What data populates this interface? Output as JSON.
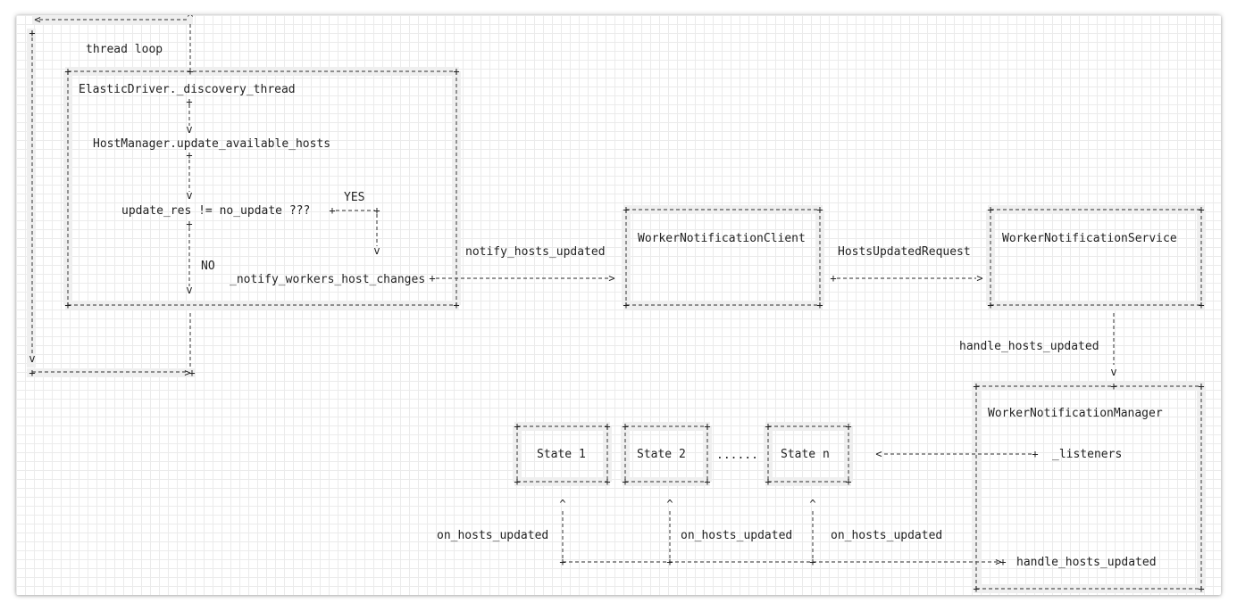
{
  "nodes": {
    "loop_label": "thread loop",
    "discovery_thread": "ElasticDriver._discovery_thread",
    "update_available_hosts": "HostManager.update_available_hosts",
    "condition": "update_res != no_update ???",
    "yes_label": "YES",
    "no_label": "NO",
    "notify_workers": "_notify_workers_host_changes",
    "worker_notification_client": "WorkerNotificationClient",
    "worker_notification_service": "WorkerNotificationService",
    "worker_notification_manager": "WorkerNotificationManager",
    "listeners": "_listeners",
    "state_1": "State 1",
    "state_2": "State 2",
    "ellipsis": "......",
    "state_n": "State n"
  },
  "edges": {
    "notify_hosts_updated": "notify_hosts_updated",
    "hosts_updated_request": "HostsUpdatedRequest",
    "handle_hosts_updated_1": "handle_hosts_updated",
    "handle_hosts_updated_2": "handle_hosts_updated",
    "on_hosts_updated_1": "on_hosts_updated",
    "on_hosts_updated_2": "on_hosts_updated",
    "on_hosts_updated_3": "on_hosts_updated"
  },
  "style": {
    "grid_color": "#ebebeb",
    "line_color": "#555555",
    "text_color": "#222222"
  }
}
